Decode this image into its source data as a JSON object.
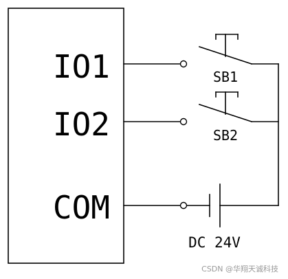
{
  "terminals": {
    "io1": "IO1",
    "io2": "IO2",
    "com": "COM"
  },
  "buttons": {
    "sb1": "SB1",
    "sb2": "SB2"
  },
  "power": {
    "label": "DC 24V"
  },
  "watermark": "CSDN @华翔天诚科技",
  "colors": {
    "line": "#000000",
    "background": "#ffffff",
    "watermark": "#999999"
  }
}
